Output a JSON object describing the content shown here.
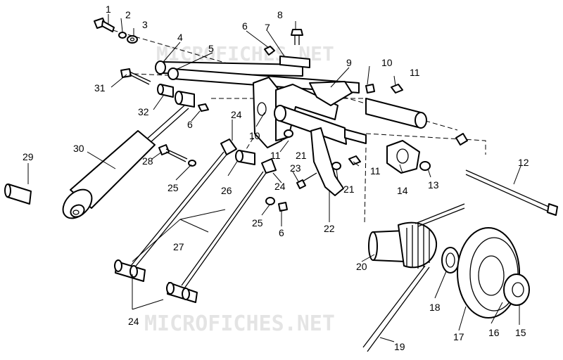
{
  "watermarks": [
    "MICROFICHES.NET",
    "MICROFICHES.NET"
  ],
  "callouts": [
    "1",
    "2",
    "3",
    "4",
    "5",
    "6",
    "7",
    "8",
    "9",
    "10",
    "11",
    "31",
    "32",
    "6",
    "24",
    "10",
    "11",
    "21",
    "30",
    "29",
    "28",
    "25",
    "26",
    "24",
    "23",
    "21",
    "11",
    "14",
    "13",
    "12",
    "22",
    "25",
    "6",
    "27",
    "20",
    "19",
    "18",
    "17",
    "16",
    "15",
    "24"
  ]
}
